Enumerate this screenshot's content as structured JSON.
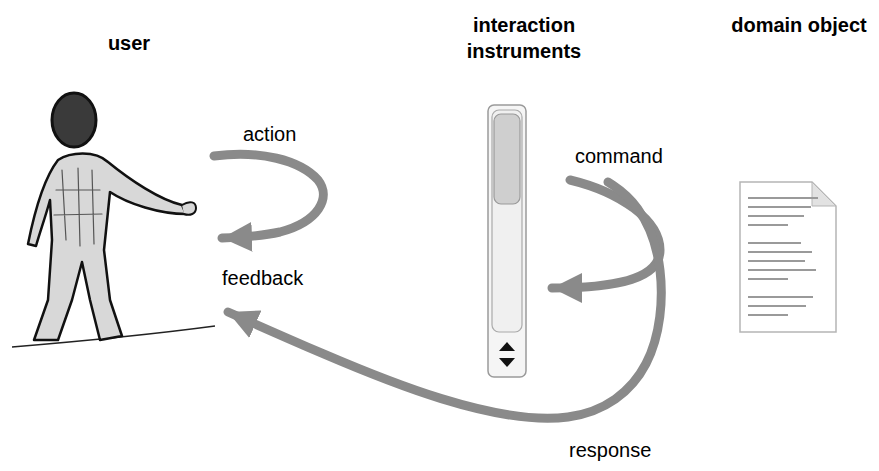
{
  "diagram": {
    "nodes": [
      {
        "text": [
          "user"
        ]
      },
      {
        "text": [
          "interaction instruments"
        ]
      },
      {
        "text": [
          "domain object"
        ]
      }
    ],
    "edges": [
      {
        "from": 1,
        "to": 0,
        "label": "response",
        "arrow": "to"
      }
    ],
    "labels": [
      "action",
      "feedback",
      "command"
    ]
  }
}
